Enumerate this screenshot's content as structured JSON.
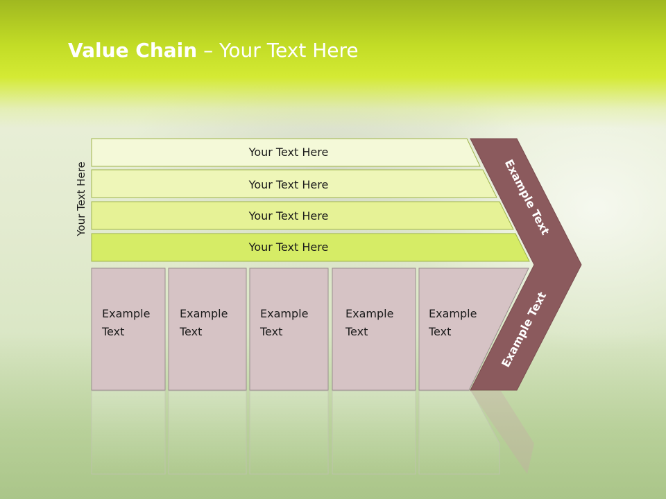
{
  "title": {
    "bold": "Value Chain",
    "rest": " – Your Text Here"
  },
  "side_label": "Your Text Here",
  "bars": [
    {
      "label": "Your Text Here",
      "fill": "#f4f9d8"
    },
    {
      "label": "Your Text Here",
      "fill": "#eef6b8"
    },
    {
      "label": "Your Text Here",
      "fill": "#e6f296"
    },
    {
      "label": "Your Text Here",
      "fill": "#d6ec66"
    }
  ],
  "columns": [
    {
      "line1": "Example",
      "line2": "Text"
    },
    {
      "line1": "Example",
      "line2": "Text"
    },
    {
      "line1": "Example",
      "line2": "Text"
    },
    {
      "line1": "Example",
      "line2": "Text"
    },
    {
      "line1": "Example",
      "line2": "Text"
    }
  ],
  "chevron": {
    "upper": "Example Text",
    "lower": "Example Text"
  },
  "colors": {
    "header": "#c8e02a",
    "column_fill": "#d6c3c5",
    "column_stroke": "#9a8c8e",
    "chevron_fill": "#8b5a5d"
  }
}
